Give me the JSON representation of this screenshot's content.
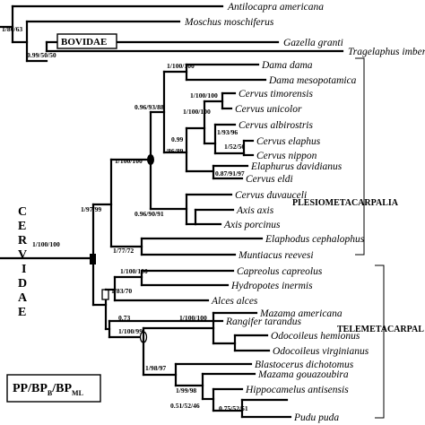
{
  "taxa": {
    "t1": "Antilocapra americana",
    "t2": "Moschus moschiferus",
    "t3": "Gazella granti",
    "t4": "Tragelaphus imberbis",
    "t5": "Dama dama",
    "t6": "Dama mesopotamica",
    "t7": "Cervus timorensis",
    "t8": "Cervus unicolor",
    "t9": "Cervus albirostris",
    "t10": "Cervus elaphus",
    "t11": "Cervus nippon",
    "t12": "Elaphurus davidianus",
    "t13": "Cervus eldi",
    "t14": "Cervus duvauceli",
    "t15": "Axis axis",
    "t16": "Axis porcinus",
    "t17": "Elaphodus cephalophus",
    "t18": "Muntiacus reevesi",
    "t19": "Capreolus capreolus",
    "t20": "Hydropotes inermis",
    "t21": "Alces alces",
    "t22": "Rangifer tarandus",
    "t23": "Mazama americana",
    "t24": "Odocoileus hemionus",
    "t25": "Odocoileus virginianus",
    "t26": "Blastocerus dichotomus",
    "t27": "Mazama gouazoubira",
    "t28": "Hippocamelus antisensis",
    "t29": "Pudu puda"
  },
  "support": {
    "s1": "1/80/63",
    "s2": "0.99/50/50",
    "s3": "1/100/100",
    "s4": "0.96/93/88",
    "s5": "1/100/100",
    "s6": "1/100/100",
    "s7": "0.99",
    "s8": "/86/89",
    "s9": "1/93/96",
    "s10": "1/52/56",
    "s11": "0.87/91/97",
    "s12": "1/100/100",
    "s13": "1/97/99",
    "s14": "1/100/100",
    "s15": "0.96/90/91",
    "s16": "1/77/72",
    "s17": "1/100/100",
    "s18": "1/83/70",
    "s19": "0.73",
    "s20": "1/100/99",
    "s21": "1/100/100",
    "s22": "1/98/97",
    "s23": "1/99/98",
    "s24": "0.51/52/46",
    "s25": "0.75/52/51"
  },
  "groups": {
    "bovidae": "BOVIDAE",
    "cervidae": [
      "C",
      "E",
      "R",
      "V",
      "I",
      "D",
      "A",
      "E"
    ],
    "plesiometacarpalia": "PLESIOMETACARPALIA",
    "telemetacarpal": "TELEMETACARPAL"
  },
  "legend": {
    "pp": "PP/BP",
    "sub_b": "B",
    "bp": "/BP",
    "sub_ml": "ML"
  }
}
